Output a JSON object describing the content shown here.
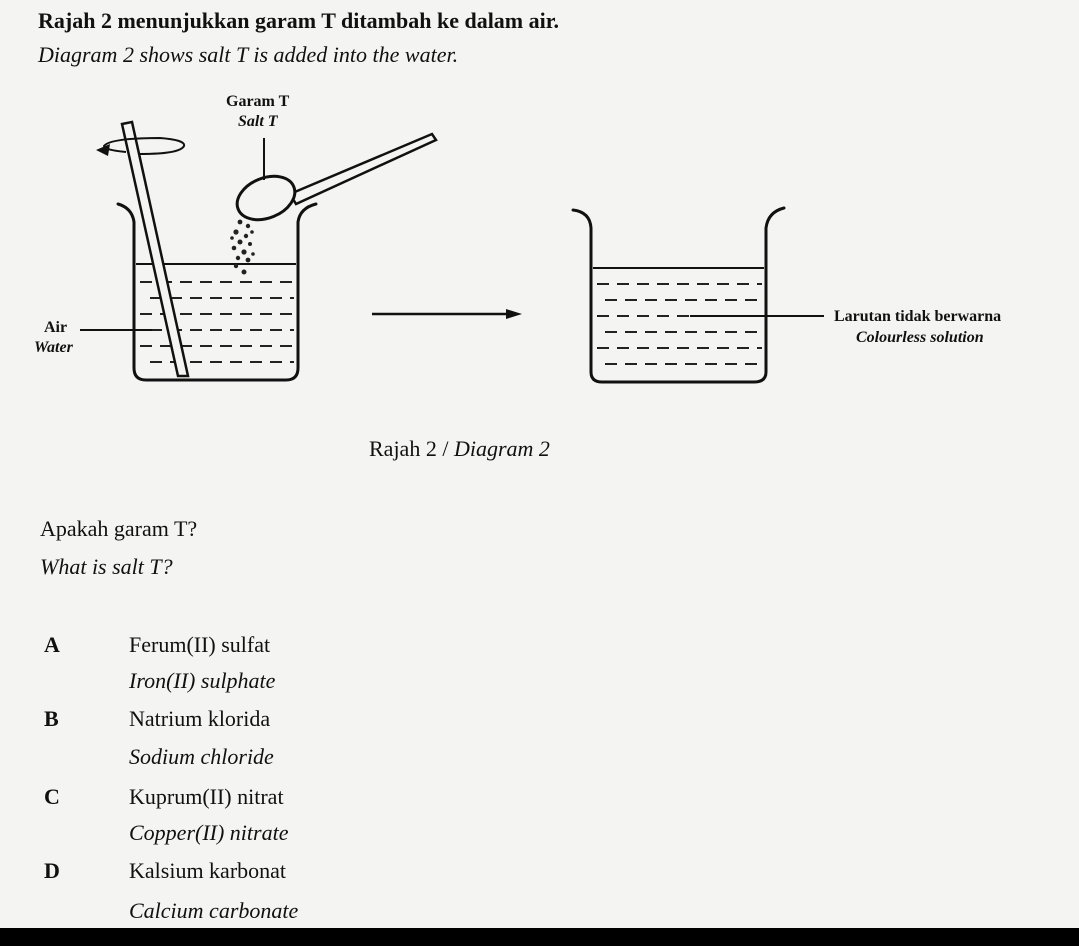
{
  "question": {
    "intro_ms": "Rajah 2 menunjukkan garam T ditambah ke dalam air.",
    "intro_en": "Diagram 2 shows salt T is added into the water.",
    "ask_ms": "Apakah garam T?",
    "ask_en": "What is salt T?"
  },
  "diagram": {
    "salt_label_ms": "Garam T",
    "salt_label_en": "Salt T",
    "water_label_ms": "Air",
    "water_label_en": "Water",
    "solution_label_ms": "Larutan tidak berwarna",
    "solution_label_en": "Colourless solution",
    "caption_ms": "Rajah 2",
    "caption_sep": "/",
    "caption_en": "Diagram 2"
  },
  "options": [
    {
      "letter": "A",
      "ms": "Ferum(II) sulfat",
      "en": "Iron(II) sulphate"
    },
    {
      "letter": "B",
      "ms": "Natrium klorida",
      "en": "Sodium chloride"
    },
    {
      "letter": "C",
      "ms": "Kuprum(II) nitrat",
      "en": "Copper(II) nitrate"
    },
    {
      "letter": "D",
      "ms": "Kalsium karbonat",
      "en": "Calcium carbonate"
    }
  ]
}
